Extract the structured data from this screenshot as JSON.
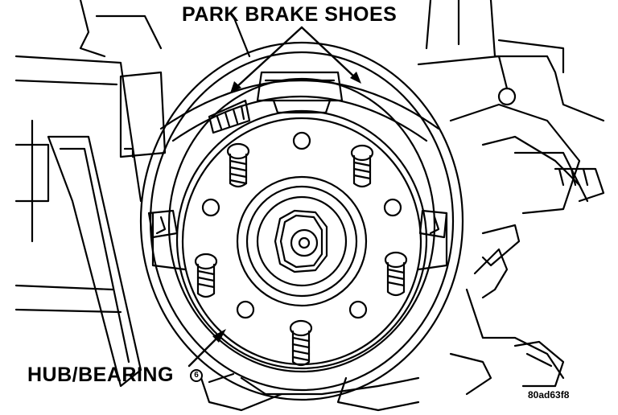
{
  "labels": {
    "park_brake_shoes": "PARK BRAKE SHOES",
    "hub_bearing": "HUB/BEARING",
    "hub_bearing_mark": "6",
    "figure_code": "80ad63f8"
  },
  "colors": {
    "ink": "#000000",
    "paper": "#ffffff"
  }
}
